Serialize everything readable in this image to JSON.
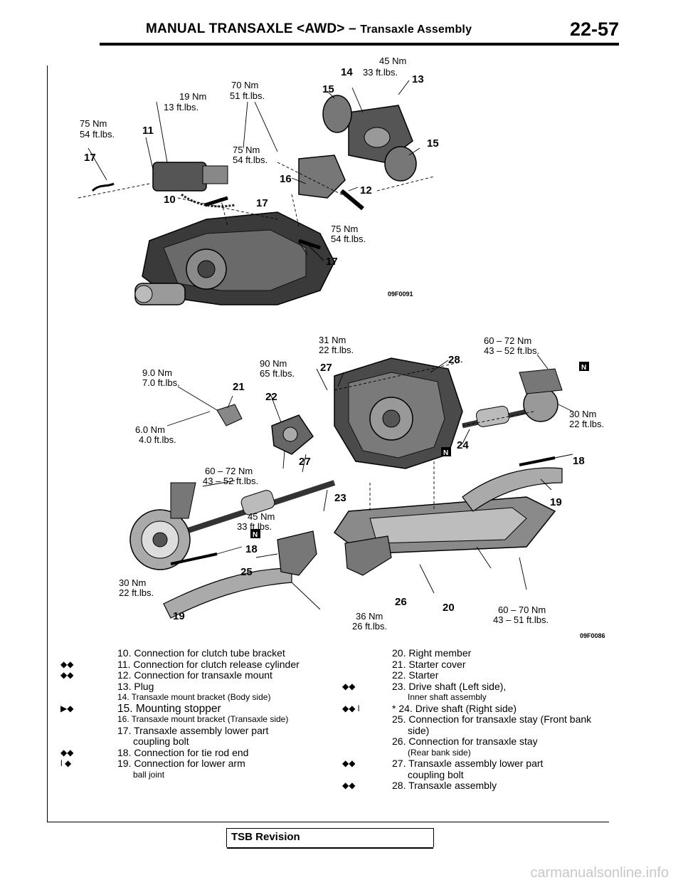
{
  "header": {
    "title": "MANUAL TRANSAXLE <AWD> –",
    "subtitle": "Transaxle Assembly",
    "page": "22-57"
  },
  "diagram_top": {
    "code": "09F0091",
    "labels": [
      {
        "id": "t45",
        "text": "45 Nm"
      },
      {
        "id": "t33",
        "text": "33 ft.lbs."
      },
      {
        "id": "t70",
        "text": "70 Nm"
      },
      {
        "id": "t51",
        "text": "51 ft.lbs."
      },
      {
        "id": "t19",
        "text": "19 Nm"
      },
      {
        "id": "t13",
        "text": "13 ft.lbs."
      },
      {
        "id": "t75a",
        "text": "75 Nm"
      },
      {
        "id": "t54a",
        "text": "54 ft.lbs."
      },
      {
        "id": "t75b",
        "text": "75 Nm"
      },
      {
        "id": "t54b",
        "text": "54 ft.lbs."
      },
      {
        "id": "t75c",
        "text": "75 Nm"
      },
      {
        "id": "t54c",
        "text": "54 ft.lbs."
      }
    ],
    "callouts": [
      "14",
      "13",
      "15",
      "11",
      "17",
      "15",
      "16",
      "12",
      "10",
      "17",
      "17"
    ]
  },
  "diagram_bottom": {
    "code": "09F0086",
    "labels": [
      {
        "id": "b31",
        "text": "31 Nm"
      },
      {
        "id": "b22",
        "text": "22 ft.lbs."
      },
      {
        "id": "b60a",
        "text": "60 – 72 Nm"
      },
      {
        "id": "b43a",
        "text": "43 – 52 ft.lbs."
      },
      {
        "id": "b90",
        "text": "90 Nm"
      },
      {
        "id": "b65",
        "text": "65 ft.lbs."
      },
      {
        "id": "b9",
        "text": "9.0 Nm"
      },
      {
        "id": "b7",
        "text": "7.0 ft.lbs."
      },
      {
        "id": "b6",
        "text": "6.0 Nm"
      },
      {
        "id": "b4",
        "text": "4.0 ft.lbs."
      },
      {
        "id": "b30a",
        "text": "30 Nm"
      },
      {
        "id": "b22a",
        "text": "22 ft.lbs."
      },
      {
        "id": "b60b",
        "text": "60 – 72 Nm"
      },
      {
        "id": "b43b",
        "text": "43 – 52 ft.lbs."
      },
      {
        "id": "b45",
        "text": "45 Nm"
      },
      {
        "id": "b33",
        "text": "33 ft.lbs."
      },
      {
        "id": "b30b",
        "text": "30 Nm"
      },
      {
        "id": "b22b",
        "text": "22 ft.lbs."
      },
      {
        "id": "b36",
        "text": "36 Nm"
      },
      {
        "id": "b26",
        "text": "26 ft.lbs."
      },
      {
        "id": "b6070",
        "text": "60 – 70 Nm"
      },
      {
        "id": "b4351",
        "text": "43 – 51 ft.lbs."
      }
    ],
    "callouts": [
      "27",
      "28",
      "21",
      "22",
      "24",
      "18",
      "27",
      "23",
      "19",
      "18",
      "25",
      "20",
      "26",
      "19"
    ]
  },
  "legend_left": [
    {
      "mark": "",
      "text": "10. Connection for clutch tube bracket"
    },
    {
      "mark": "◆◆",
      "text": "11. Connection for clutch release cylinder"
    },
    {
      "mark": "◆◆",
      "text": "12. Connection for transaxle mount"
    },
    {
      "mark": "",
      "text": "13. Plug"
    },
    {
      "mark": "",
      "text": "14. Transaxle mount bracket (Body side)",
      "small": true
    },
    {
      "mark": "▶◆",
      "text": "15. Mounting stopper",
      "big": true
    },
    {
      "mark": "",
      "text": "16. Transaxle mount bracket (Transaxle side)",
      "small": true
    },
    {
      "mark": "",
      "text": "17. Transaxle assembly lower part"
    },
    {
      "mark": "",
      "text": "coupling bolt",
      "cont": true
    },
    {
      "mark": "◆◆",
      "text": "18. Connection for tie rod end"
    },
    {
      "mark": "l ◆",
      "text": "19. Connection for lower arm"
    },
    {
      "mark": "",
      "text": "ball joint",
      "cont": true,
      "small": true
    }
  ],
  "legend_right": [
    {
      "mark": "",
      "text": "20. Right member"
    },
    {
      "mark": "",
      "text": "21. Starter cover"
    },
    {
      "mark": "",
      "text": "22. Starter"
    },
    {
      "mark": "◆◆",
      "text": "23. Drive shaft (Left side),"
    },
    {
      "mark": "",
      "text": "Inner shaft assembly",
      "cont": true,
      "small": true
    },
    {
      "mark": "◆◆ l",
      "text": "* 24. Drive shaft (Right side)"
    },
    {
      "mark": "",
      "text": "25. Connection for transaxle stay (Front bank"
    },
    {
      "mark": "",
      "text": "side)",
      "cont": true
    },
    {
      "mark": "",
      "text": "26. Connection for transaxle stay"
    },
    {
      "mark": "",
      "text": "(Rear bank side)",
      "cont": true,
      "small": true
    },
    {
      "mark": "◆◆",
      "text": "27. Transaxle assembly lower part"
    },
    {
      "mark": "",
      "text": "coupling bolt",
      "cont": true
    },
    {
      "mark": "◆◆",
      "text": "28. Transaxle assembly"
    }
  ],
  "footer": {
    "tsb": "TSB Revision",
    "watermark": "carmanualsonline.info"
  },
  "icons": {
    "n_box": "N-marker-icon"
  }
}
